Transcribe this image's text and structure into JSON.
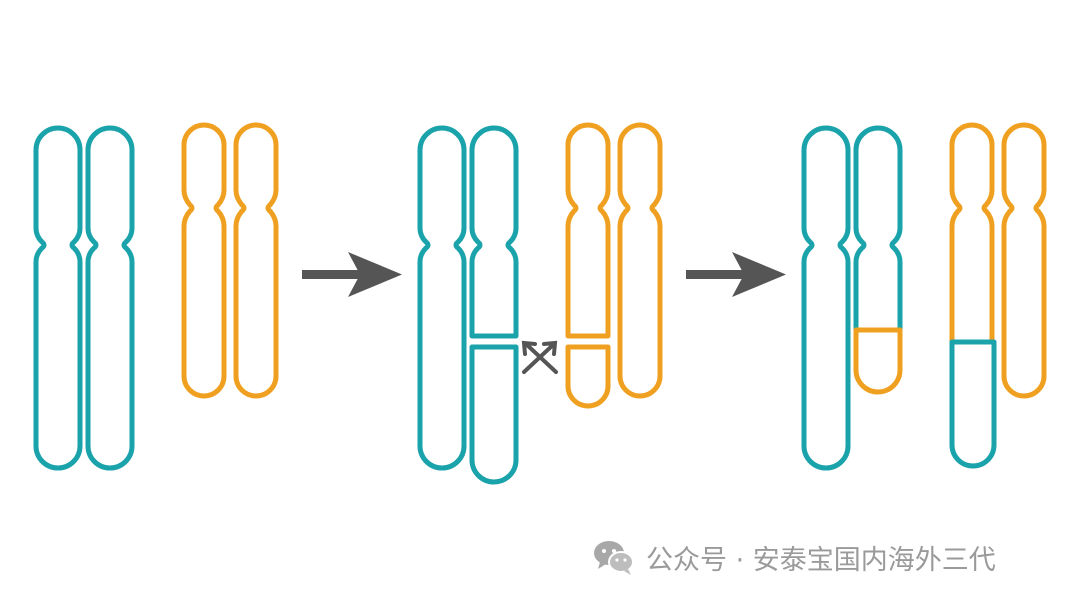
{
  "diagram": {
    "colors": {
      "chromosome_a": "#1aa3aa",
      "chromosome_b": "#f0a020",
      "arrow": "#555555"
    },
    "stages": [
      "homologous-pair",
      "crossing-over",
      "recombined-chromatids"
    ]
  },
  "watermark": {
    "icon": "wechat-icon",
    "text": "公众号 · 安泰宝国内海外三代"
  }
}
